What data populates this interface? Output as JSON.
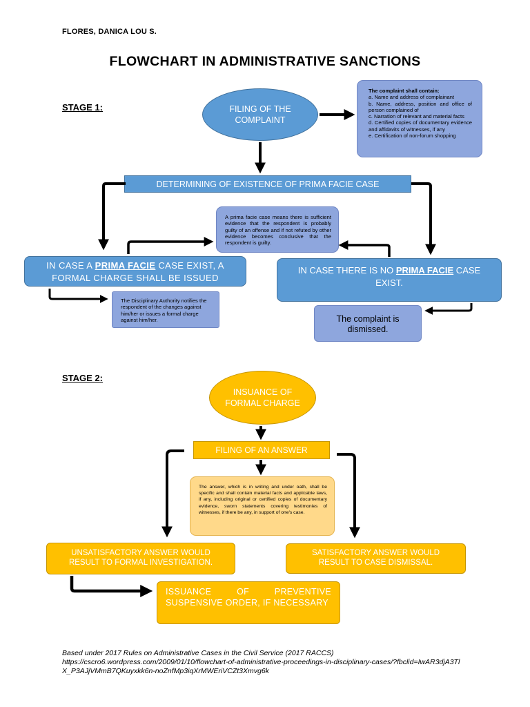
{
  "author": "FLORES, DANICA LOU S.",
  "title": "FLOWCHART IN ADMINISTRATIVE SANCTIONS",
  "stage1": {
    "label": "STAGE 1:",
    "filing": "FILING OF THE COMPLAINT",
    "complaint_contents": {
      "heading": "The complaint shall contain:",
      "items": [
        "a. Name and address of complainant",
        "b. Name, address, position and office of person complained of",
        "c. Narration of relevant and material facts",
        "d. Certified copies of documentary evidence and affidavits of witnesses, if any",
        "e. Certification of non-forum shopping"
      ]
    },
    "determining": "DETERMINING OF EXISTENCE OF PRIMA FACIE CASE",
    "prima_facie_definition": "A prima facie case means there is sufficient evidence that the respondent is probably guilty of an offense and if not refuted by other evidence becomes conclusive that the respondent is guilty.",
    "case_exist": {
      "before": "IN CASE A ",
      "emphasis": "PRIMA FACIE",
      "after": " CASE EXIST, A FORMAL CHARGE SHALL BE ISSUED"
    },
    "no_case": {
      "before": "IN CASE THERE IS NO ",
      "emphasis": "PRIMA FACIE",
      "after": " CASE EXIST."
    },
    "authority_notice": "The Disciplinary Authority notifies the respondent of the changes against him/her or issues a formal charge against him/her.",
    "dismissed": "The complaint is dismissed."
  },
  "stage2": {
    "label": "STAGE 2:",
    "issuance": "INSUANCE OF FORMAL CHARGE",
    "filing_answer": "FILING OF AN ANSWER",
    "answer_note": "The answer, which is in writing and under oath, shall be specific and shall contain material facts and applicable laws, if any, including original or certified copies of documentary evidence, sworn statements covering testimonies of witnesses, if there be any, in support of one's case.",
    "unsatisfactory": "UNSATISFACTORY ANSWER WOULD RESULT TO FORMAL INVESTIGATION.",
    "satisfactory": "SATISFACTORY ANSWER WOULD RESULT TO CASE DISMISSAL.",
    "preventive": "ISSUANCE OF PREVENTIVE SUSPENSIVE ORDER, IF NECESSARY"
  },
  "footer": {
    "line1": "Based under 2017 Rules on Administrative Cases in the Civil Service (2017 RACCS)",
    "line2": "https://cscro6.wordpress.com/2009/01/10/flowchart-of-administrative-proceedings-in-disciplinary-cases/?fbclid=IwAR3djA3TlX_P3AJjVMmB7QKuyxkk6n-noZnfMp3iqXrMWEriVCZt3Xmvg6k"
  },
  "colors": {
    "stage1_fill": "#5b9bd5",
    "stage1_note": "#8ea6dd",
    "stage2_fill": "#ffc000",
    "stage2_note": "#ffd98a",
    "arrow": "#000000"
  }
}
